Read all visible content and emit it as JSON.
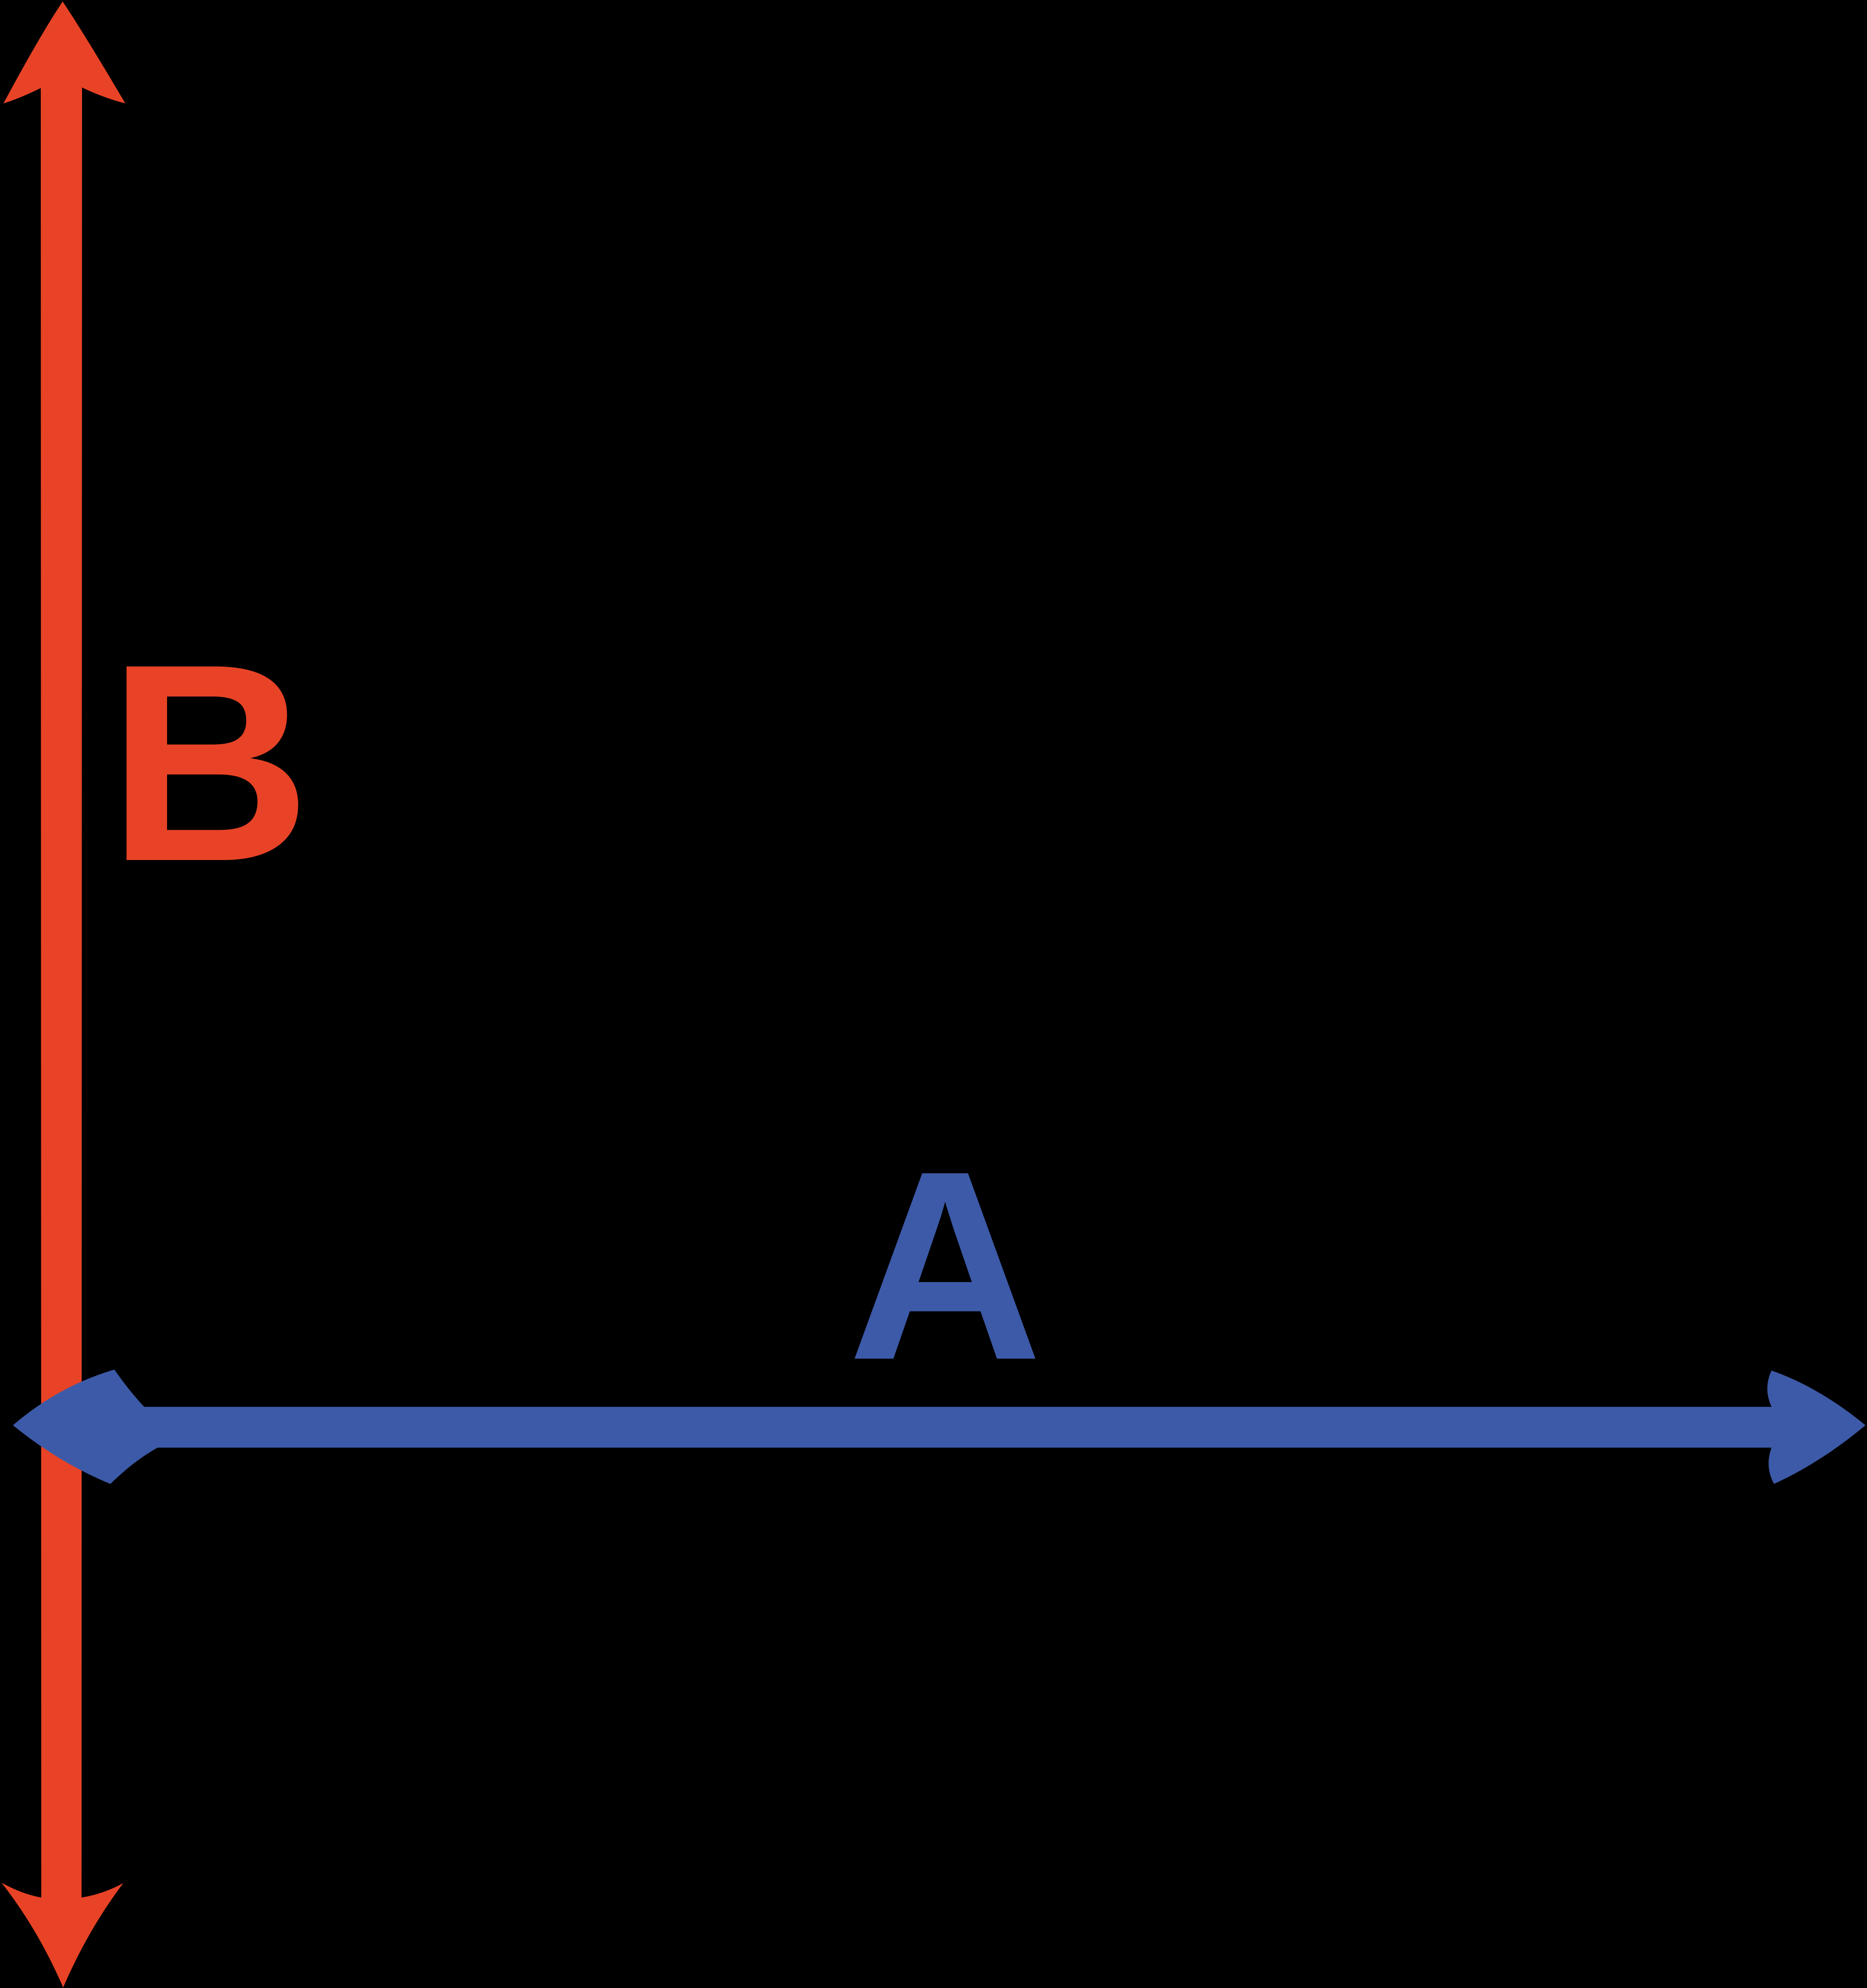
{
  "diagram": {
    "description": "Two perpendicular double-headed arrow lines crossing near the lower left",
    "background_color": "#000000",
    "lines": [
      {
        "id": "A",
        "label": "A",
        "orientation": "horizontal",
        "color": "#3D5AA8",
        "arrowheads": "both"
      },
      {
        "id": "B",
        "label": "B",
        "orientation": "vertical",
        "color": "#E84326",
        "arrowheads": "both"
      }
    ]
  }
}
